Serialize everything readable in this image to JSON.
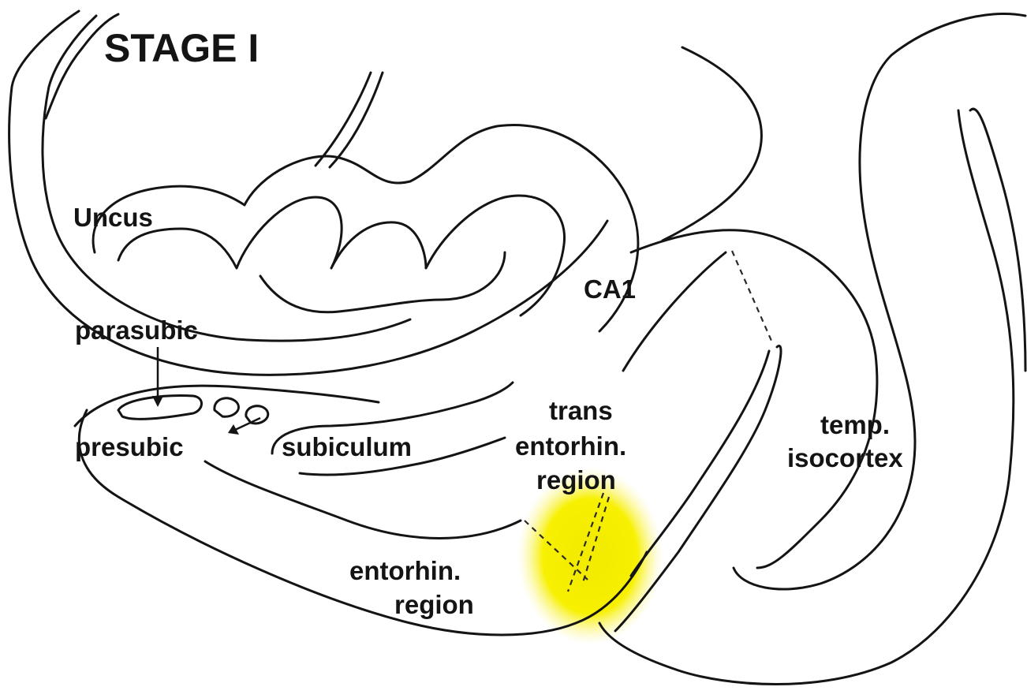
{
  "title": "STAGE I",
  "labels": {
    "uncus": "Uncus",
    "ca1": "CA1",
    "parasubic": "parasubic",
    "presubic": "presubic",
    "subiculum": "subiculum",
    "trans_1": "trans",
    "trans_2": "entorhin.",
    "trans_3": "region",
    "entorhin_1": "entorhin.",
    "entorhin_2": "region",
    "temp_1": "temp.",
    "temp_2": "isocortex"
  },
  "colors": {
    "line": "#141414",
    "highlight": "#f5ee00",
    "background": "#ffffff"
  }
}
